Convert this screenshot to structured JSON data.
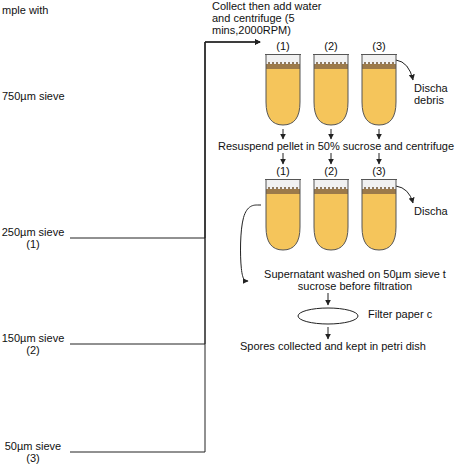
{
  "diagram": {
    "nodes": [
      {
        "text": [
          "250µm sieve (1)"
        ]
      },
      {
        "text": [
          "150µm sieve (2)"
        ]
      },
      {
        "text": [
          "50µm sieve (3)"
        ]
      },
      {
        "text": [
          "(1)"
        ]
      },
      {
        "text": [
          "(2)"
        ]
      },
      {
        "text": [
          "(3)"
        ]
      },
      {
        "text": [
          "Resuspend pellet in 50% sucrose and centrifuge"
        ]
      },
      {
        "text": [
          "(1)"
        ]
      },
      {
        "text": [
          "(2)"
        ]
      },
      {
        "text": [
          "(3)"
        ]
      },
      {
        "text": [
          "Supernatant washed on 50µm sieve t sucrose before filtration"
        ]
      },
      {
        "text": [
          "Filter paper c"
        ]
      },
      {
        "text": [
          "Spores collected and kept in petri dish"
        ]
      }
    ],
    "edges": [
      {
        "from": 0,
        "to": 3,
        "arrow": "to",
        "label": "Collect then add water and centrifuge (5 mins,2000RPM)"
      },
      {
        "from": 1,
        "to": 3,
        "arrow": "to"
      },
      {
        "from": 2,
        "to": 3,
        "arrow": "to"
      },
      {
        "from": 3,
        "to": 6,
        "arrow": "to"
      },
      {
        "from": 4,
        "to": 6,
        "arrow": "to"
      },
      {
        "from": 5,
        "to": 6,
        "arrow": "to"
      },
      {
        "from": 6,
        "to": 7,
        "arrow": "to"
      },
      {
        "from": 6,
        "to": 8,
        "arrow": "to"
      },
      {
        "from": 6,
        "to": 9,
        "arrow": "to"
      },
      {
        "from": 7,
        "to": 10,
        "arrow": "to"
      },
      {
        "from": 10,
        "to": 11,
        "arrow": "to"
      },
      {
        "from": 11,
        "to": 12,
        "arrow": "to"
      }
    ],
    "labels": [
      "mple with",
      "750µm sieve",
      "Discha debris",
      "Discha"
    ]
  }
}
